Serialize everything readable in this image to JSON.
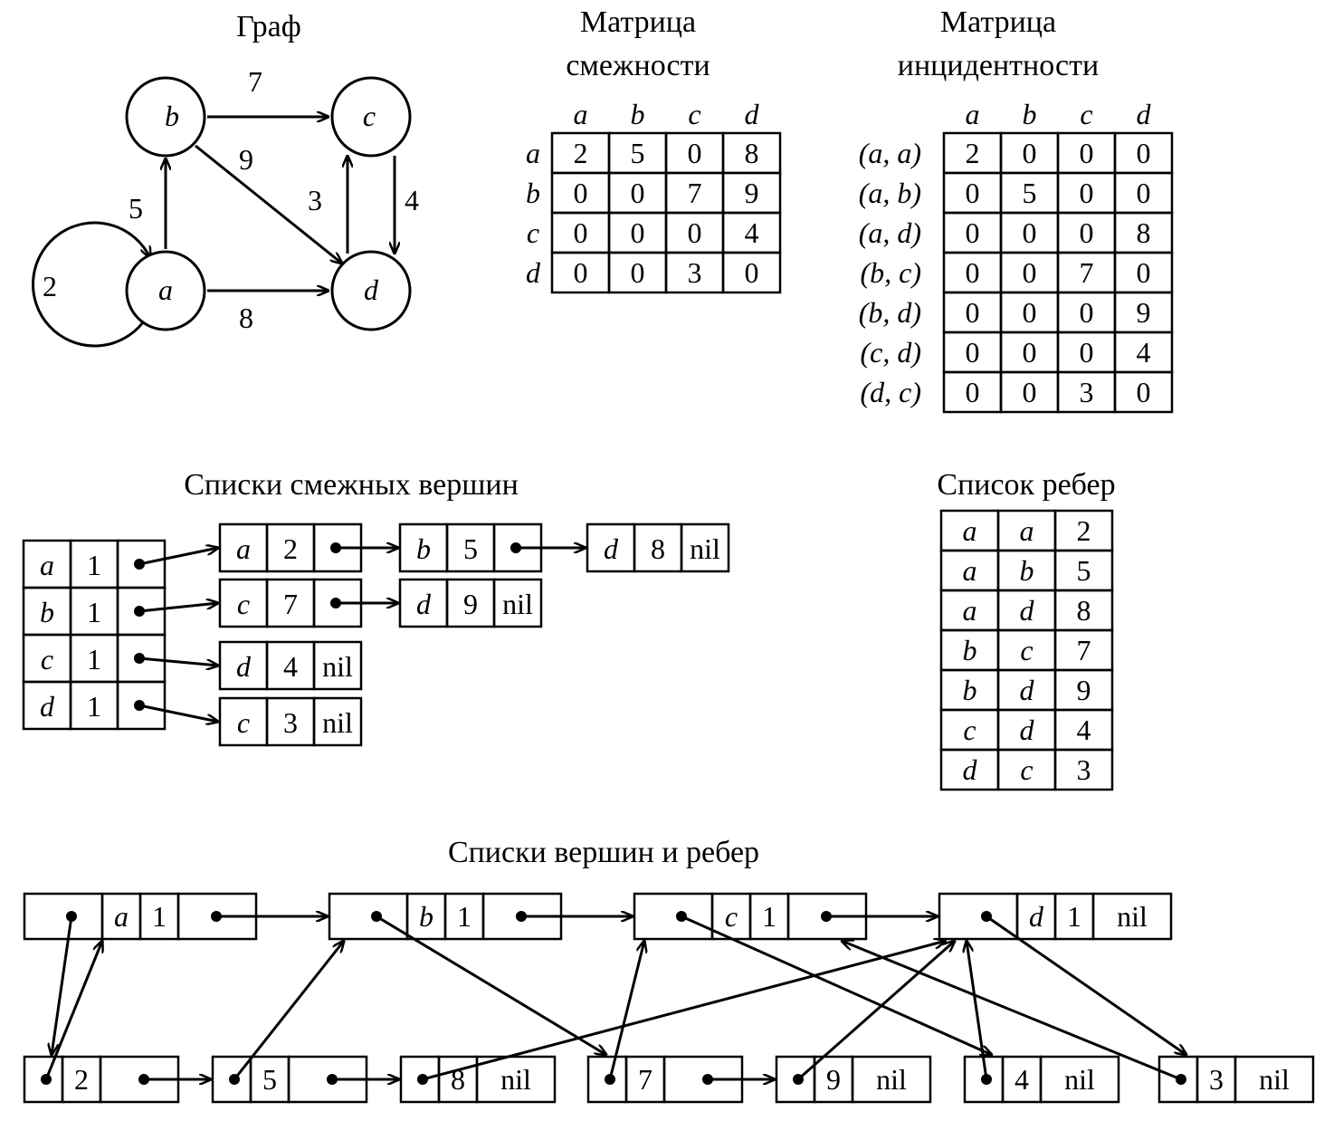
{
  "titles": {
    "graph": "Граф",
    "adjacency_matrix_line1": "Матрица",
    "adjacency_matrix_line2": "смежности",
    "incidence_matrix_line1": "Матрица",
    "incidence_matrix_line2": "инцидентности",
    "adjacency_lists": "Списки смежных вершин",
    "edge_list": "Список ребер",
    "vertex_edge_lists": "Списки вершин и ребер"
  },
  "graph": {
    "vertices": [
      "a",
      "b",
      "c",
      "d"
    ],
    "edges": [
      {
        "from": "a",
        "to": "a",
        "weight": "2"
      },
      {
        "from": "a",
        "to": "b",
        "weight": "5"
      },
      {
        "from": "a",
        "to": "d",
        "weight": "8"
      },
      {
        "from": "b",
        "to": "c",
        "weight": "7"
      },
      {
        "from": "b",
        "to": "d",
        "weight": "9"
      },
      {
        "from": "c",
        "to": "d",
        "weight": "4"
      },
      {
        "from": "d",
        "to": "c",
        "weight": "3"
      }
    ]
  },
  "adjacency_matrix": {
    "col_headers": [
      "a",
      "b",
      "c",
      "d"
    ],
    "row_headers": [
      "a",
      "b",
      "c",
      "d"
    ],
    "rows": [
      [
        "2",
        "5",
        "0",
        "8"
      ],
      [
        "0",
        "0",
        "7",
        "9"
      ],
      [
        "0",
        "0",
        "0",
        "4"
      ],
      [
        "0",
        "0",
        "3",
        "0"
      ]
    ]
  },
  "incidence_matrix": {
    "col_headers": [
      "a",
      "b",
      "c",
      "d"
    ],
    "row_headers": [
      "(a, a)",
      "(a, b)",
      "(a, d)",
      "(b, c)",
      "(b, d)",
      "(c, d)",
      "(d, c)"
    ],
    "rows": [
      [
        "2",
        "0",
        "0",
        "0"
      ],
      [
        "0",
        "5",
        "0",
        "0"
      ],
      [
        "0",
        "0",
        "0",
        "8"
      ],
      [
        "0",
        "0",
        "7",
        "0"
      ],
      [
        "0",
        "0",
        "0",
        "9"
      ],
      [
        "0",
        "0",
        "0",
        "4"
      ],
      [
        "0",
        "0",
        "3",
        "0"
      ]
    ]
  },
  "adjacency_lists": {
    "heads": [
      {
        "vertex": "a",
        "count": "1"
      },
      {
        "vertex": "b",
        "count": "1"
      },
      {
        "vertex": "c",
        "count": "1"
      },
      {
        "vertex": "d",
        "count": "1"
      }
    ],
    "nodes": [
      [
        {
          "vertex": "a",
          "weight": "2",
          "next": ""
        },
        {
          "vertex": "b",
          "weight": "5",
          "next": ""
        },
        {
          "vertex": "d",
          "weight": "8",
          "next": "nil"
        }
      ],
      [
        {
          "vertex": "c",
          "weight": "7",
          "next": ""
        },
        {
          "vertex": "d",
          "weight": "9",
          "next": "nil"
        }
      ],
      [
        {
          "vertex": "d",
          "weight": "4",
          "next": "nil"
        }
      ],
      [
        {
          "vertex": "c",
          "weight": "3",
          "next": "nil"
        }
      ]
    ]
  },
  "edge_list": [
    [
      "a",
      "a",
      "2"
    ],
    [
      "a",
      "b",
      "5"
    ],
    [
      "a",
      "d",
      "8"
    ],
    [
      "b",
      "c",
      "7"
    ],
    [
      "b",
      "d",
      "9"
    ],
    [
      "c",
      "d",
      "4"
    ],
    [
      "d",
      "c",
      "3"
    ]
  ],
  "vertex_edge_lists": {
    "vertices": [
      {
        "name": "a",
        "count": "1",
        "next": ""
      },
      {
        "name": "b",
        "count": "1",
        "next": ""
      },
      {
        "name": "c",
        "count": "1",
        "next": ""
      },
      {
        "name": "d",
        "count": "1",
        "next": "nil"
      }
    ],
    "edges": [
      {
        "weight": "2",
        "next": ""
      },
      {
        "weight": "5",
        "next": ""
      },
      {
        "weight": "8",
        "next": "nil"
      },
      {
        "weight": "7",
        "next": ""
      },
      {
        "weight": "9",
        "next": "nil"
      },
      {
        "weight": "4",
        "next": "nil"
      },
      {
        "weight": "3",
        "next": "nil"
      }
    ]
  }
}
